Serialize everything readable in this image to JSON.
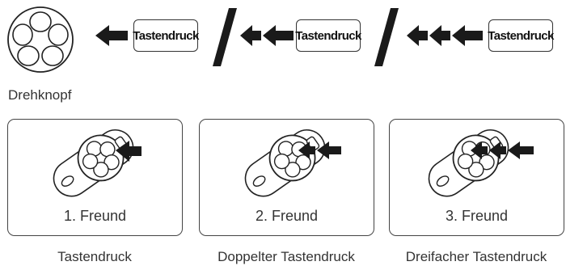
{
  "legend": {
    "knob_label": "Drehknopf",
    "press_label": "Tastendruck",
    "sequences": [
      {
        "arrows": 1,
        "press_label": "Tastendruck"
      },
      {
        "arrows": 2,
        "press_label": "Tastendruck"
      },
      {
        "arrows": 3,
        "press_label": "Tastendruck"
      }
    ]
  },
  "cards": [
    {
      "label": "1. Freund",
      "arrows": 1,
      "caption": "Tastendruck"
    },
    {
      "label": "2. Freund",
      "arrows": 2,
      "caption": "Doppelter Tastendruck"
    },
    {
      "label": "3. Freund",
      "arrows": 3,
      "caption": "Dreifacher Tastendruck"
    }
  ],
  "colors": {
    "ink": "#1a1a1a",
    "outline": "#444444"
  },
  "icons": {
    "knob": "rotary-knob-icon",
    "arrow": "left-arrow-icon",
    "remote": "remote-control-icon",
    "separator": "slash-separator-icon"
  }
}
